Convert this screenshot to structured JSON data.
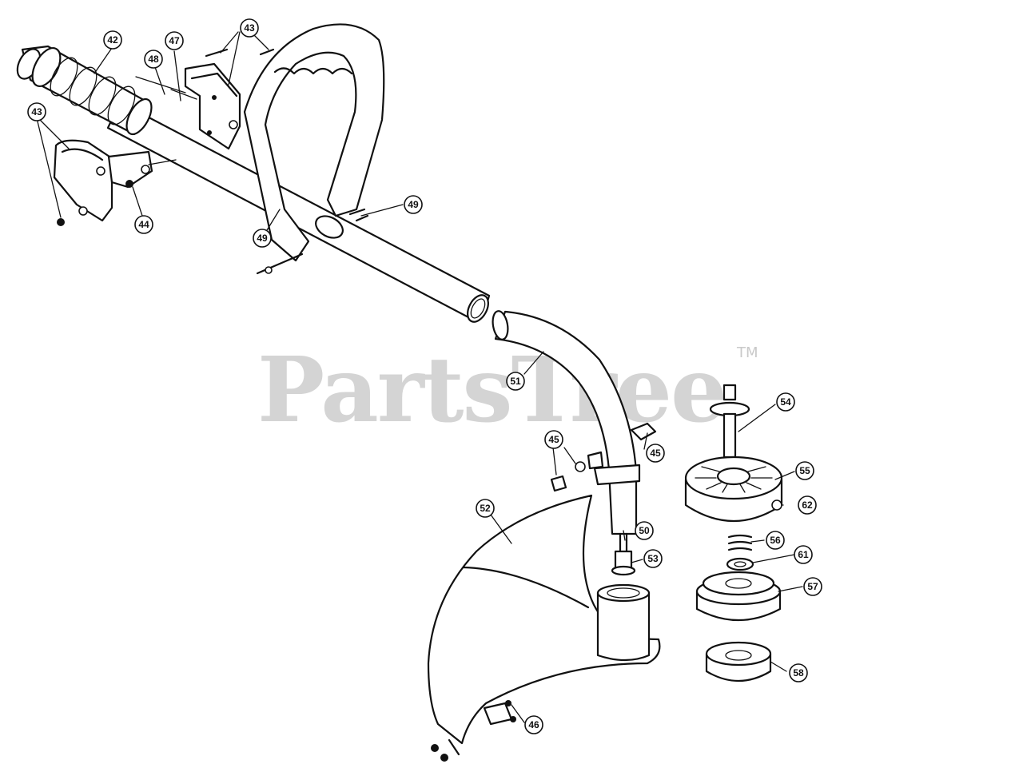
{
  "watermark": {
    "text": "PartsTree",
    "trademark": "TM"
  },
  "callouts": [
    {
      "id": "c42",
      "label": "42"
    },
    {
      "id": "c43a",
      "label": "43"
    },
    {
      "id": "c43b",
      "label": "43"
    },
    {
      "id": "c44",
      "label": "44"
    },
    {
      "id": "c45a",
      "label": "45"
    },
    {
      "id": "c45b",
      "label": "45"
    },
    {
      "id": "c46",
      "label": "46"
    },
    {
      "id": "c47",
      "label": "47"
    },
    {
      "id": "c48",
      "label": "48"
    },
    {
      "id": "c49a",
      "label": "49"
    },
    {
      "id": "c49b",
      "label": "49"
    },
    {
      "id": "c50",
      "label": "50"
    },
    {
      "id": "c51",
      "label": "51"
    },
    {
      "id": "c52",
      "label": "52"
    },
    {
      "id": "c53",
      "label": "53"
    },
    {
      "id": "c54",
      "label": "54"
    },
    {
      "id": "c55",
      "label": "55"
    },
    {
      "id": "c56",
      "label": "56"
    },
    {
      "id": "c57",
      "label": "57"
    },
    {
      "id": "c58",
      "label": "58"
    },
    {
      "id": "c61",
      "label": "61"
    },
    {
      "id": "c62",
      "label": "62"
    }
  ]
}
